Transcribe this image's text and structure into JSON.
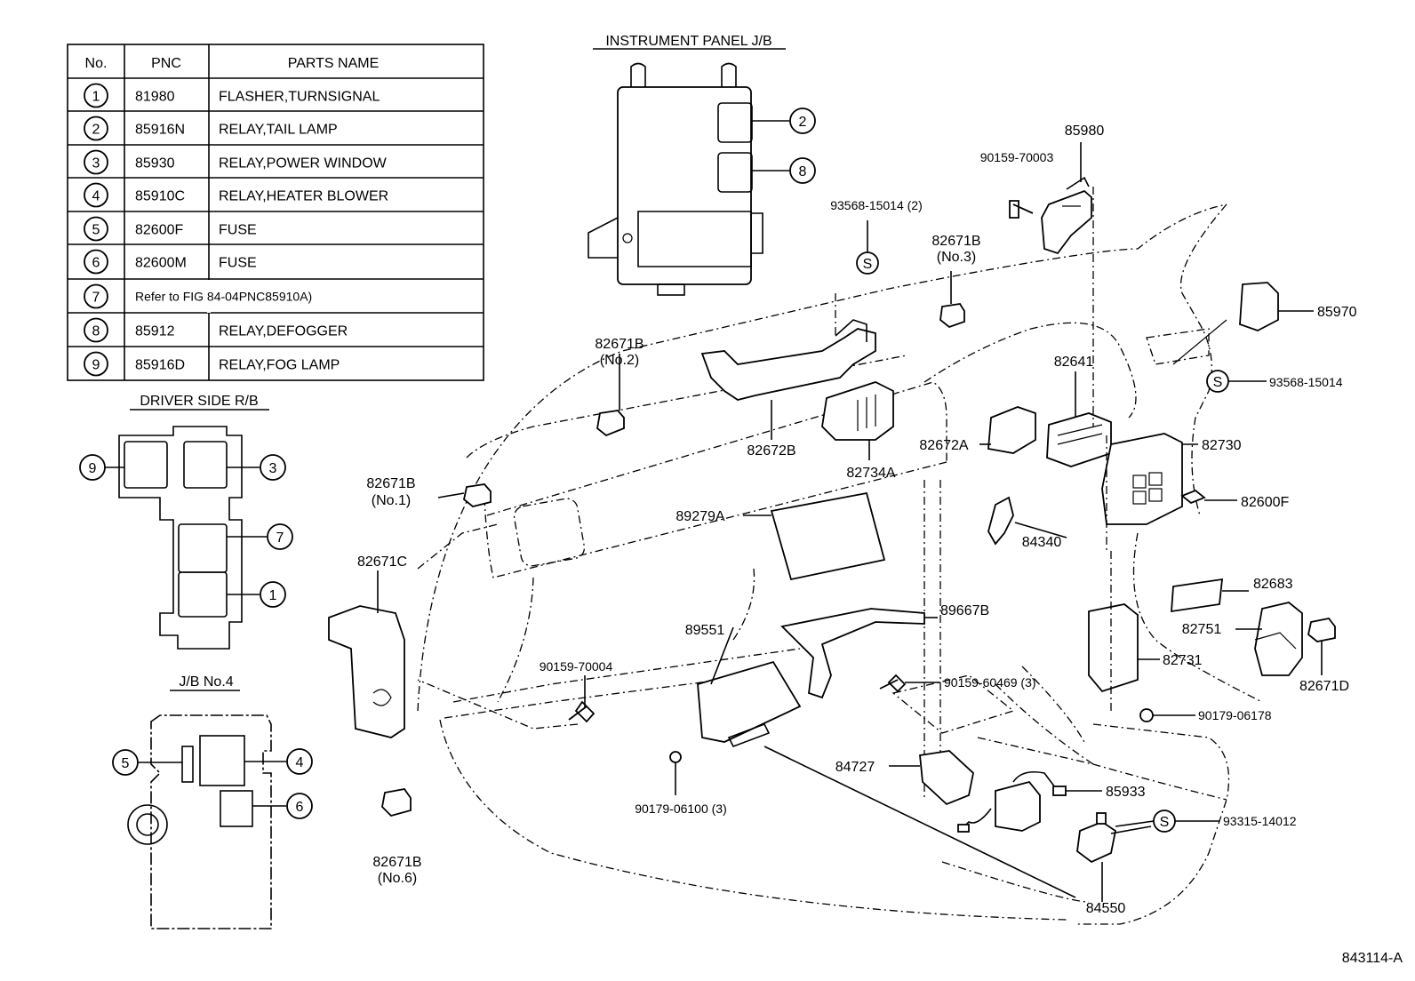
{
  "table": {
    "headers": {
      "no": "No.",
      "pnc": "PNC",
      "name": "PARTS NAME"
    },
    "rows": [
      {
        "no": "1",
        "pnc": "81980",
        "name": "FLASHER,TURNSIGNAL"
      },
      {
        "no": "2",
        "pnc": "85916N",
        "name": "RELAY,TAIL LAMP"
      },
      {
        "no": "3",
        "pnc": "85930",
        "name": "RELAY,POWER WINDOW"
      },
      {
        "no": "4",
        "pnc": "85910C",
        "name": "RELAY,HEATER BLOWER"
      },
      {
        "no": "5",
        "pnc": "82600F",
        "name": "FUSE"
      },
      {
        "no": "6",
        "pnc": "82600M",
        "name": "FUSE"
      },
      {
        "no": "7",
        "pnc": "",
        "name": "Refer to FIG 84-04PNC85910A)"
      },
      {
        "no": "8",
        "pnc": "85912",
        "name": "RELAY,DEFOGGER"
      },
      {
        "no": "9",
        "pnc": "85916D",
        "name": "RELAY,FOG LAMP"
      }
    ]
  },
  "titles": {
    "instrument_panel_jb": "INSTRUMENT PANEL J/B",
    "driver_side_rb": "DRIVER SIDE R/B",
    "jb_no4": "J/B No.4"
  },
  "callouts": {
    "c85980": "85980",
    "c90159_70003": "90159-70003",
    "c93568_15014_2": "93568-15014 (2)",
    "c82671b_no3": "82671B",
    "c82671b_no3_sub": "(No.3)",
    "c85970": "85970",
    "c93568_15014": "93568-15014",
    "c82671b_no2": "82671B",
    "c82671b_no2_sub": "(No.2)",
    "c82641": "82641",
    "c82672a": "82672A",
    "c82730": "82730",
    "c82672b": "82672B",
    "c82734a": "82734A",
    "c82671b_no1": "82671B",
    "c82671b_no1_sub": "(No.1)",
    "c89279a": "89279A",
    "c82600f": "82600F",
    "c84340": "84340",
    "c82671c": "82671C",
    "c82683": "82683",
    "c89667b": "89667B",
    "c82751": "82751",
    "c89551": "89551",
    "c82731": "82731",
    "c90159_70004": "90159-70004",
    "c90159_60469": "90159-60469 (3)",
    "c82671d": "82671D",
    "c90179_06178": "90179-06178",
    "c84727": "84727",
    "c85933": "85933",
    "c90179_06100": "90179-06100 (3)",
    "c93315_14012": "93315-14012",
    "c82671b_no6": "82671B",
    "c82671b_no6_sub": "(No.6)",
    "c84550": "84550",
    "s_mark": "S"
  },
  "figure_id": "843114-A"
}
